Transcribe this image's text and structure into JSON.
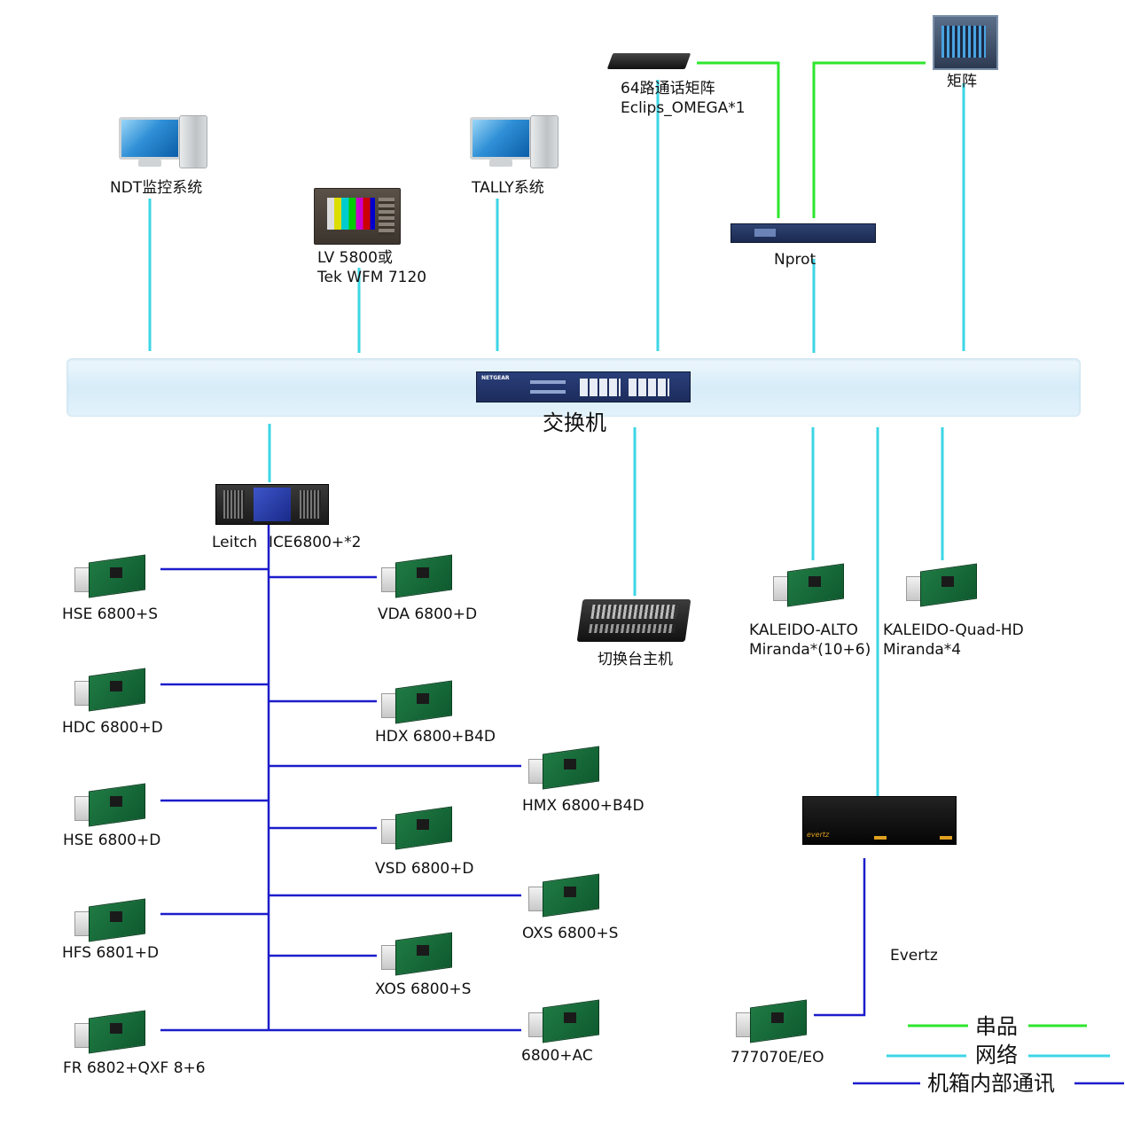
{
  "switch": {
    "label": "交换机",
    "device_brand": "NETGEAR"
  },
  "devices": {
    "ndt": {
      "label": "NDT监控系统"
    },
    "waveform": {
      "label_line1": "LV 5800或",
      "label_line2": "Tek WFM 7120"
    },
    "tally": {
      "label": "TALLY系统"
    },
    "intercom": {
      "label_line1": "64路通话矩阵",
      "label_line2": "Eclips_OMEGA*1"
    },
    "matrix": {
      "label": "矩阵"
    },
    "nprot": {
      "label": "Nprot"
    },
    "leitch": {
      "label_a": "Leitch",
      "label_b": "ICE6800+*2"
    },
    "switcher": {
      "label": "切换台主机"
    },
    "kaleido_alto": {
      "label_line1": "KALEIDO-ALTO",
      "label_line2": "Miranda*(10+6)"
    },
    "kaleido_quad": {
      "label_line1": "KALEIDO-Quad-HD",
      "label_line2": "Miranda*4"
    },
    "evertz": {
      "label": "Evertz",
      "brand_mark": "evertz"
    },
    "card_777": {
      "label": "777070E/EO"
    }
  },
  "cards_left": [
    {
      "label": "HSE 6800+S"
    },
    {
      "label": "HDC 6800+D"
    },
    {
      "label": "HSE 6800+D"
    },
    {
      "label": "HFS 6801+D"
    },
    {
      "label": "FR 6802+QXF 8+6"
    }
  ],
  "cards_mid": [
    {
      "label": "VDA 6800+D"
    },
    {
      "label": "HDX 6800+B4D"
    },
    {
      "label": "VSD 6800+D"
    },
    {
      "label": "XOS 6800+S"
    }
  ],
  "cards_right": [
    {
      "label": "HMX 6800+B4D"
    },
    {
      "label": "OXS 6800+S"
    },
    {
      "label": "6800+AC"
    }
  ],
  "legend": {
    "serial": {
      "label": "串品",
      "color": "#2ee62e"
    },
    "network": {
      "label": "网络",
      "color": "#3cd6e6"
    },
    "internal": {
      "label": "机箱内部通讯",
      "color": "#1c1ccc"
    }
  },
  "colors": {
    "serial": "#2ee62e",
    "network": "#3cd6e6",
    "internal": "#1c1ccc"
  }
}
